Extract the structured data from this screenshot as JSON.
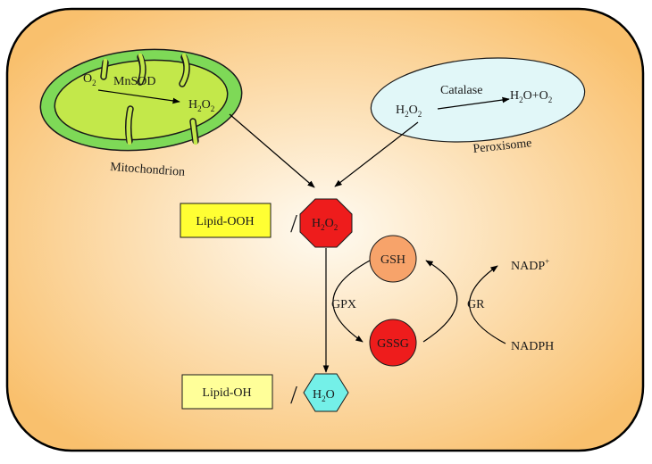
{
  "mitochondrion": {
    "label": "Mitochondrion",
    "o2": {
      "main": "O",
      "sub": "2"
    },
    "enzyme": "MnSOD",
    "h2o2": {
      "a": "H",
      "b": "2",
      "c": "O",
      "d": "2"
    }
  },
  "peroxisome": {
    "label": "Peroxisome",
    "h2o2": {
      "a": "H",
      "b": "2",
      "c": "O",
      "d": "2"
    },
    "enzyme": "Catalase",
    "product": {
      "a": "H",
      "b": "2",
      "c": "O+O",
      "d": "2"
    }
  },
  "center": {
    "lipid_ooh": "Lipid-OOH",
    "h2o2": {
      "a": "H",
      "b": "2",
      "c": "O",
      "d": "2"
    },
    "lipid_oh": "Lipid-OH",
    "h2o": {
      "a": "H",
      "b": "2",
      "c": "O"
    },
    "slash": "/"
  },
  "cycle": {
    "gsh": "GSH",
    "gssg": "GSSG",
    "gpx": "GPX",
    "gr": "GR",
    "nadp": {
      "main": "NADP",
      "sup": "+"
    },
    "nadph": "NADPH"
  },
  "colors": {
    "cell_border": "#000000",
    "cell_center": "#fffbf2",
    "cell_edge": "#f9c06d",
    "mito_outer": "#7ed957",
    "mito_inner": "#c3e84a",
    "peroxisome_fill": "#e1f7f8",
    "box_ooh": "#ffff33",
    "box_oh": "#ffff99",
    "h2o2_octagon": "#ee1c1c",
    "h2o_hexagon": "#74f0e8",
    "gsh_fill": "#f7a36a",
    "gssg_fill": "#ee1c1c"
  }
}
